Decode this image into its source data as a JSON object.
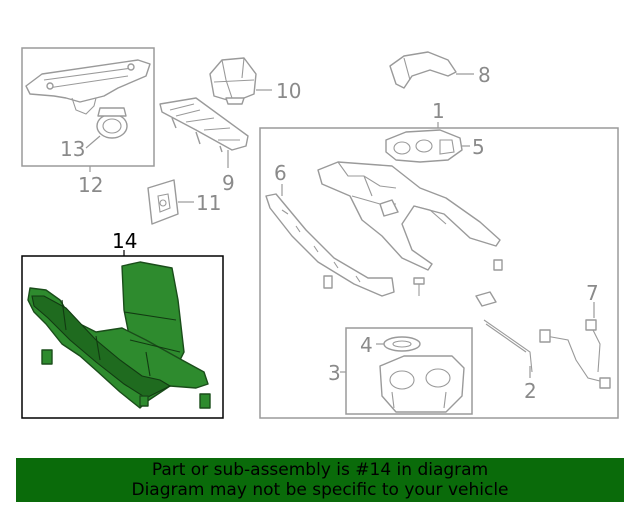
{
  "callouts": {
    "c1": "1",
    "c2": "2",
    "c3": "3",
    "c4": "4",
    "c5": "5",
    "c6": "6",
    "c7": "7",
    "c8": "8",
    "c9": "9",
    "c10": "10",
    "c11": "11",
    "c12": "12",
    "c13": "13",
    "c14": "14"
  },
  "banner": {
    "line1": "Part or sub-assembly is #14 in diagram",
    "line2": "Diagram may not be specific to your vehicle"
  },
  "colors": {
    "highlight": "#2e8b2e",
    "banner_bg": "#0a6b0a",
    "line_gray": "#9a9a9a"
  }
}
